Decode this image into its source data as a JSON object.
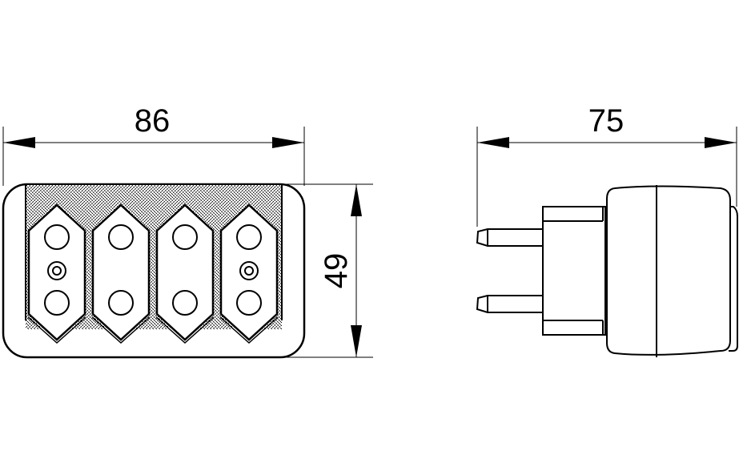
{
  "dimensions": {
    "front_width": "86",
    "front_height": "49",
    "side_depth": "75"
  },
  "colors": {
    "line": "#000000",
    "background": "#ffffff",
    "shading": "#9a9a9a"
  },
  "front_view": {
    "socket_count": 4,
    "sockets_with_ground_ring": [
      1,
      4
    ]
  }
}
